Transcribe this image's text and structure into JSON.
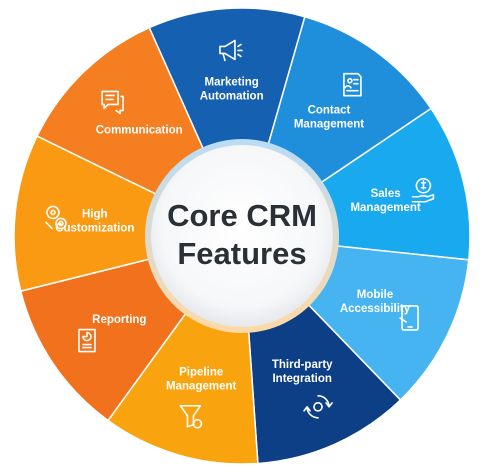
{
  "center": {
    "line1": "Core CRM",
    "line2": "Features"
  },
  "segments": [
    {
      "label": [
        "Marketing",
        "Automation"
      ],
      "icon": "megaphone-icon",
      "color": "#1560b0"
    },
    {
      "label": [
        "Contact",
        "Management"
      ],
      "icon": "contact-list-icon",
      "color": "#1f8fdc"
    },
    {
      "label": [
        "Sales",
        "Management"
      ],
      "icon": "money-hand-icon",
      "color": "#19a9ef"
    },
    {
      "label": [
        "Mobile",
        "Accessibility"
      ],
      "icon": "mobile-phone-icon",
      "color": "#45b4f1"
    },
    {
      "label": [
        "Third-party",
        "Integration"
      ],
      "icon": "integration-gear-icon",
      "color": "#0d3f86"
    },
    {
      "label": [
        "Pipeline",
        "Management"
      ],
      "icon": "funnel-icon",
      "color": "#f9a40e"
    },
    {
      "label": [
        "Reporting"
      ],
      "icon": "report-icon",
      "color": "#f2711c"
    },
    {
      "label": [
        "High",
        "Customization"
      ],
      "icon": "customization-gears-icon",
      "color": "#f99a12"
    },
    {
      "label": [
        "Communication"
      ],
      "icon": "chat-icon",
      "color": "#f57f20"
    }
  ]
}
